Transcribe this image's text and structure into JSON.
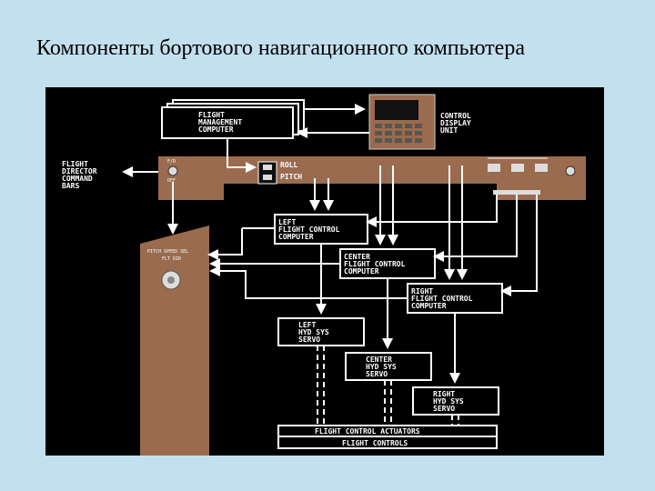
{
  "title": "Компоненты бортового навигационного компьютера",
  "diagram": {
    "fmc": [
      "FLIGHT",
      "MANAGEMENT",
      "COMPUTER"
    ],
    "cdu": [
      "CONTROL",
      "DISPLAY",
      "UNIT"
    ],
    "fd": [
      "FLIGHT",
      "DIRECTOR",
      "COMMAND",
      "BARS"
    ],
    "roll": "ROLL",
    "pitch": "PITCH",
    "left_fcc": [
      "LEFT",
      "FLIGHT CONTROL",
      "COMPUTER"
    ],
    "center_fcc": [
      "CENTER",
      "FLIGHT CONTROL",
      "COMPUTER"
    ],
    "right_fcc": [
      "RIGHT",
      "FLIGHT CONTROL",
      "COMPUTER"
    ],
    "left_servo": [
      "LEFT",
      "HYD SYS",
      "SERVO"
    ],
    "center_servo": [
      "CENTER",
      "HYD SYS",
      "SERVO"
    ],
    "right_servo": [
      "RIGHT",
      "HYD SYS",
      "SERVO"
    ],
    "actuators": "FLIGHT CONTROL ACTUATORS",
    "controls": "FLIGHT CONTROLS",
    "panel_caption": "PITCH SPEED SEL",
    "panel_sub": "FLT DIR"
  },
  "colors": {
    "background": "#c3e0ef",
    "diagram_bg": "#000000",
    "panel": "#9a6b4e",
    "lines": "#ffffff"
  }
}
